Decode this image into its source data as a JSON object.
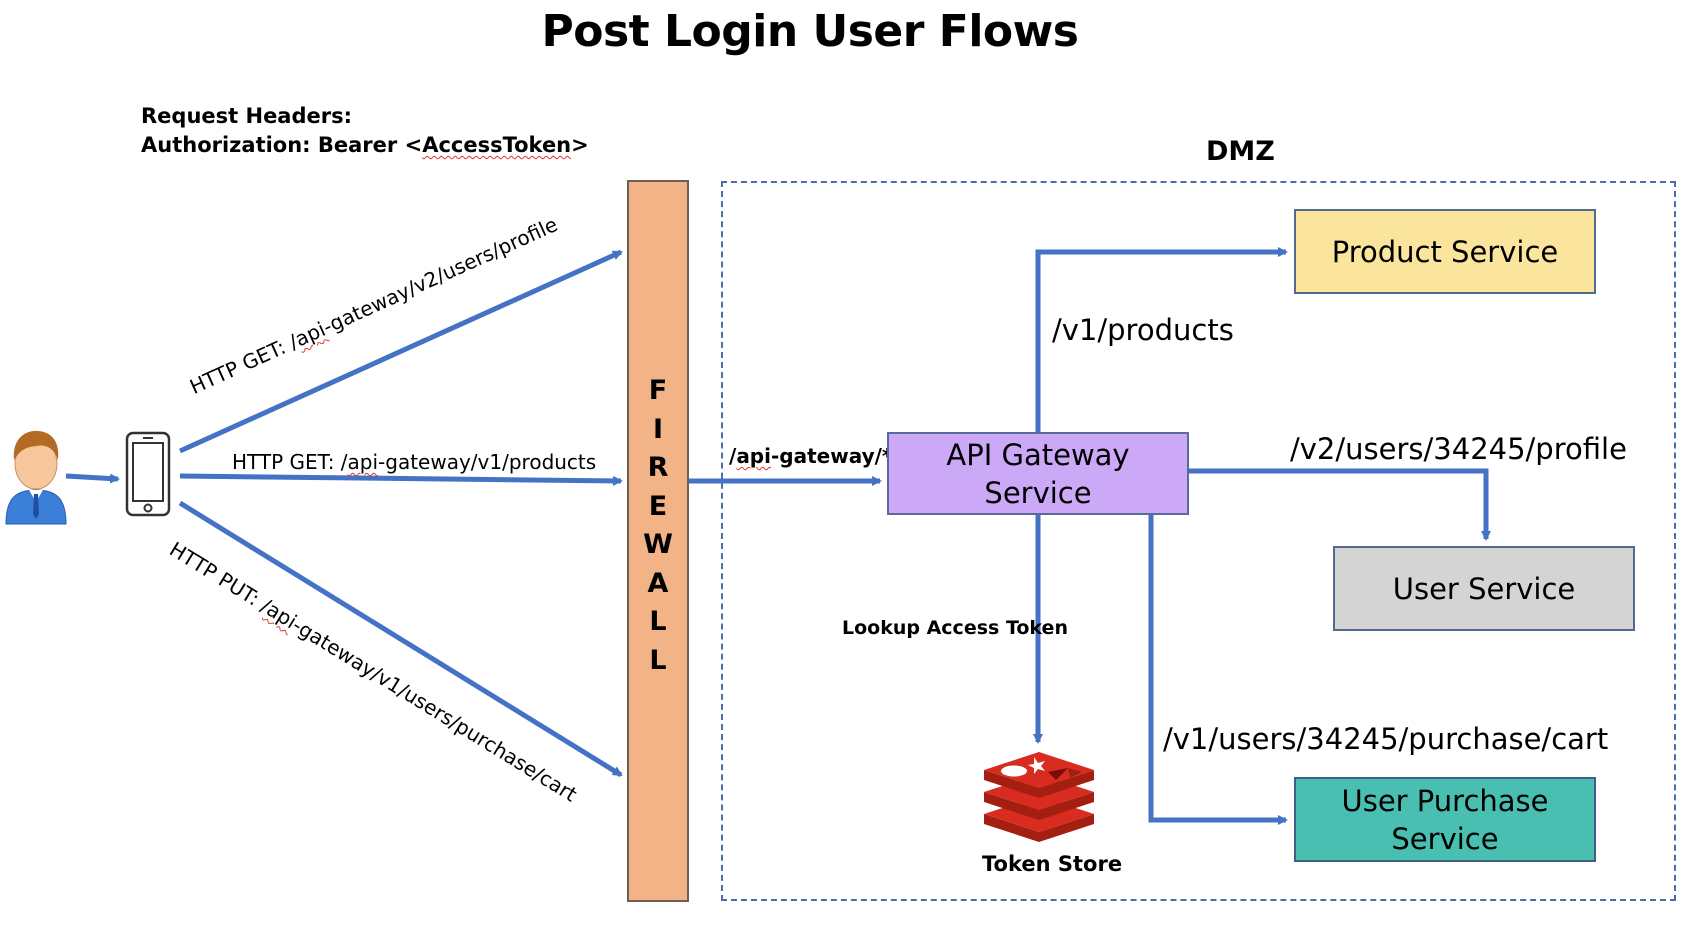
{
  "title": "Post Login User Flows",
  "request_headers": {
    "line1": "Request Headers:",
    "line2_prefix": "Authorization: Bearer <",
    "line2_token": "AccessToken",
    "line2_suffix": ">"
  },
  "dmz_label": "DMZ",
  "firewall_label": "FIREWALL",
  "requests": {
    "get_profile": {
      "method": "HTTP GET: /",
      "path_squiggle": "api",
      "path_rest": "-gateway/v2/users/profile"
    },
    "get_products": {
      "method": "HTTP GET: /",
      "path_squiggle": "api",
      "path_rest": "-gateway/v1/products"
    },
    "put_cart": {
      "method": "HTTP PUT: /",
      "path_squiggle": "api",
      "path_rest": "-gateway/v1/users/purchase/cart"
    }
  },
  "gateway_route": {
    "prefix": "/",
    "squiggle": "api",
    "rest": "-gateway/*"
  },
  "services": {
    "api_gateway": "API Gateway Service",
    "product": "Product Service",
    "user": "User Service",
    "user_purchase_line1": "User Purchase",
    "user_purchase_line2": "Service"
  },
  "routes": {
    "products": "/v1/products",
    "profile": "/v2/users/34245/profile",
    "cart": "/v1/users/34245/purchase/cart"
  },
  "lookup_label": "Lookup  Access Token",
  "token_store_label": "Token Store",
  "colors": {
    "arrow": "#4472c4",
    "firewall": "#f2b387",
    "api_gateway": "#cba9f7",
    "product": "#fbe59c",
    "user": "#d4d4d4",
    "user_purchase": "#48bfb0",
    "redis": "#d82c20"
  },
  "icons": [
    "user-avatar-icon",
    "smartphone-icon",
    "redis-logo-icon"
  ]
}
